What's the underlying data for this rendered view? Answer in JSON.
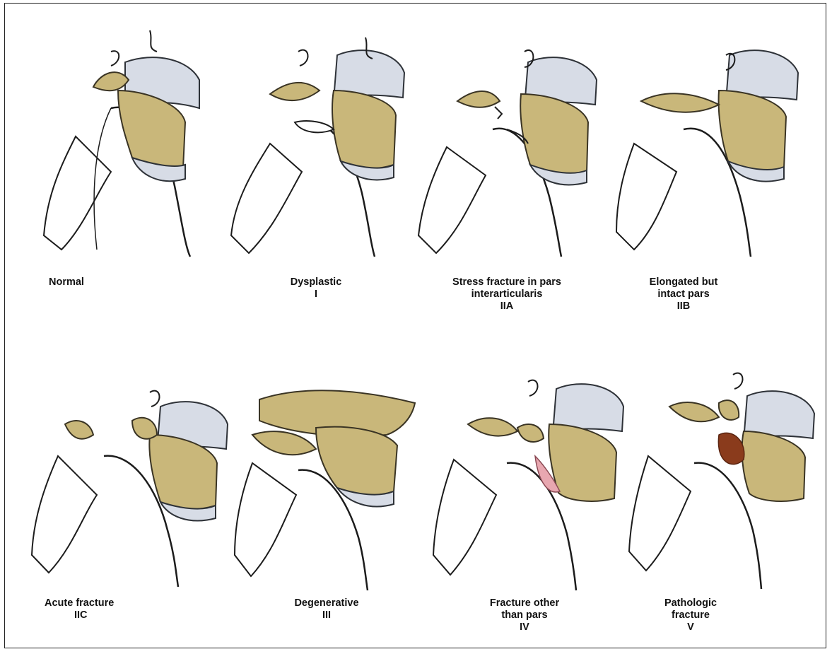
{
  "colors": {
    "bone": "#c9b77a",
    "bone_edge": "#3a3424",
    "disc": "#d7dce6",
    "disc_edge": "#2e3238",
    "fracture_pink": "#e8a7b0",
    "tumor": "#8a3b1c",
    "outline": "#1c1c1c"
  },
  "panels": [
    {
      "id": "normal",
      "lines": [
        "Normal"
      ]
    },
    {
      "id": "dysplastic",
      "lines": [
        "Dysplastic",
        "I"
      ]
    },
    {
      "id": "stress-fracture",
      "lines": [
        "Stress fracture in pars",
        "interarticularis",
        "IIA"
      ]
    },
    {
      "id": "elongated",
      "lines": [
        "Elongated but",
        "intact pars",
        "IIB"
      ]
    },
    {
      "id": "acute-fracture",
      "lines": [
        "Acute fracture",
        "IIC"
      ]
    },
    {
      "id": "degenerative",
      "lines": [
        "Degenerative",
        "III"
      ]
    },
    {
      "id": "fracture-other",
      "lines": [
        "Fracture other",
        "than pars",
        "IV"
      ]
    },
    {
      "id": "pathologic",
      "lines": [
        "Pathologic",
        "fracture",
        "V"
      ]
    }
  ]
}
